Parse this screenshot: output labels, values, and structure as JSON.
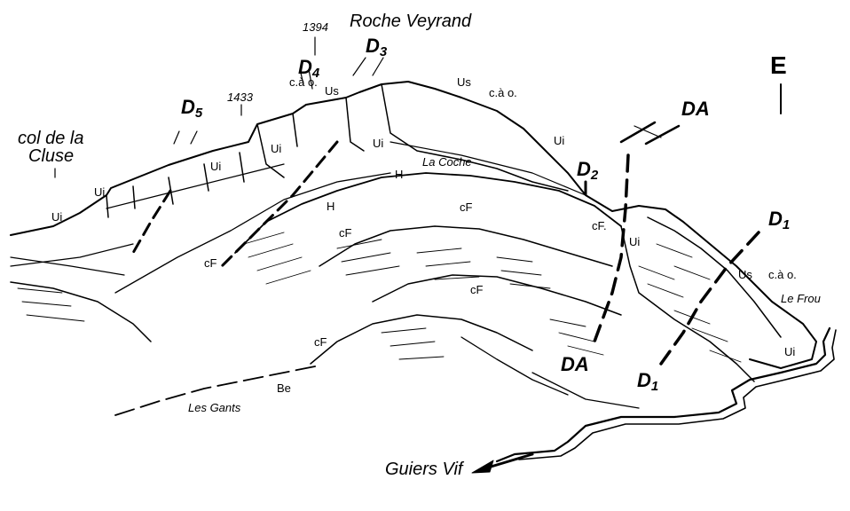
{
  "place_names": {
    "roche_veyrand": "Roche Veyrand",
    "col_de_la_cluse_line1": "col de la",
    "col_de_la_cluse_line2": "Cluse",
    "la_coche": "La Coche",
    "le_frou": "Le Frou",
    "les_gants": "Les Gants",
    "guiers_vif": "Guiers Vif"
  },
  "elevations": {
    "summit": "1394",
    "secondary": "1433"
  },
  "compass": {
    "label": "E"
  },
  "faults": {
    "d1_upper": {
      "letter": "D",
      "index": "1"
    },
    "d1_lower": {
      "letter": "D",
      "index": "1"
    },
    "d2": {
      "letter": "D",
      "index": "2"
    },
    "d3": {
      "letter": "D",
      "index": "3"
    },
    "d4": {
      "letter": "D",
      "index": "4"
    },
    "d5": {
      "letter": "D",
      "index": "5"
    },
    "da_upper": "DA",
    "da_lower": "DA"
  },
  "formation_labels": {
    "ui_1": "Ui",
    "ui_2": "Ui",
    "ui_3": "Ui",
    "ui_4": "Ui",
    "ui_5": "Ui",
    "ui_6": "Ui",
    "ui_7": "Ui",
    "ui_8": "Ui",
    "us_1": "Us",
    "us_2": "Us",
    "us_3": "Us",
    "cao_1": "c.à o.",
    "cao_2": "c.à o.",
    "cao_3": "c.à o.",
    "h_1": "H",
    "h_2": "H",
    "cf_1": "cF",
    "cf_2": "cF",
    "cf_3": "cF",
    "cf_4": "cF",
    "cf_5": "cF.",
    "cf_6": "cF",
    "be": "Be"
  },
  "colors": {
    "ink": "#000000",
    "paper": "#ffffff"
  }
}
